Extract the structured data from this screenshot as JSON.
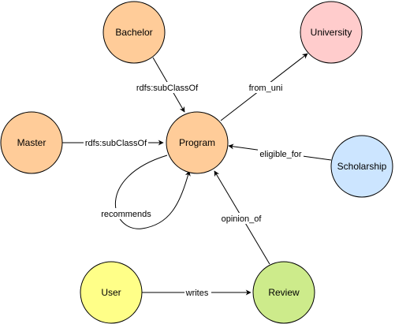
{
  "nodes": {
    "bachelor": {
      "label": "Bachelor",
      "fill": "#FFCC99",
      "stroke": "#000000"
    },
    "university": {
      "label": "University",
      "fill": "#FFCCCC",
      "stroke": "#000000"
    },
    "master": {
      "label": "Master",
      "fill": "#FFCC99",
      "stroke": "#000000"
    },
    "program": {
      "label": "Program",
      "fill": "#FFCC99",
      "stroke": "#000000"
    },
    "scholarship": {
      "label": "Scholarship",
      "fill": "#CCE5FF",
      "stroke": "#000000"
    },
    "user": {
      "label": "User",
      "fill": "#FFFF88",
      "stroke": "#000000"
    },
    "review": {
      "label": "Review",
      "fill": "#CDEB8B",
      "stroke": "#000000"
    }
  },
  "edges": {
    "bachelor_program": {
      "label": "rdfs:subClassOf"
    },
    "master_program": {
      "label": "rdfs:subClassOf"
    },
    "program_university": {
      "label": "from_uni"
    },
    "scholarship_program": {
      "label": "eligible_for"
    },
    "program_recommends": {
      "label": "recommends"
    },
    "review_program": {
      "label": "opinion_of"
    },
    "user_review": {
      "label": "writes"
    }
  }
}
